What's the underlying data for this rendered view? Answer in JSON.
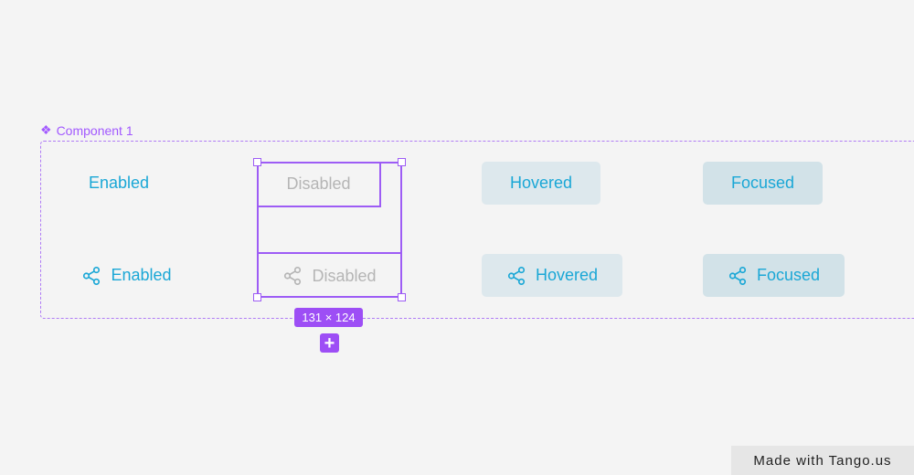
{
  "frame": {
    "label": "Component 1",
    "icon": "component-icon"
  },
  "buttons": {
    "row1": [
      {
        "label": "Enabled",
        "state": "enabled"
      },
      {
        "label": "Disabled",
        "state": "disabled"
      },
      {
        "label": "Hovered",
        "state": "hovered"
      },
      {
        "label": "Focused",
        "state": "focused"
      }
    ],
    "row2": [
      {
        "label": "Enabled",
        "state": "enabled",
        "icon": "share-icon"
      },
      {
        "label": "Disabled",
        "state": "disabled",
        "icon": "share-icon"
      },
      {
        "label": "Hovered",
        "state": "hovered",
        "icon": "share-icon"
      },
      {
        "label": "Focused",
        "state": "focused",
        "icon": "share-icon"
      }
    ]
  },
  "selection": {
    "size_label": "131 × 124",
    "add_label": "+"
  },
  "watermark": "Made with Tango.us",
  "colors": {
    "accent": "#1aa7d6",
    "selection": "#9d5cf5",
    "hover_bg": "#dde8ed",
    "focus_bg": "#d2e2e8",
    "disabled": "#b5b5b5"
  }
}
